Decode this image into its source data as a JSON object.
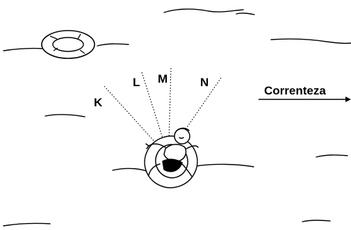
{
  "labels": {
    "k": "K",
    "l": "L",
    "m": "M",
    "n": "N",
    "current": "Correnteza"
  },
  "icons": {
    "lifebuoy": "lifebuoy-icon",
    "swimmer": "person-in-float-icon",
    "current_arrow": "arrow-right-icon"
  }
}
